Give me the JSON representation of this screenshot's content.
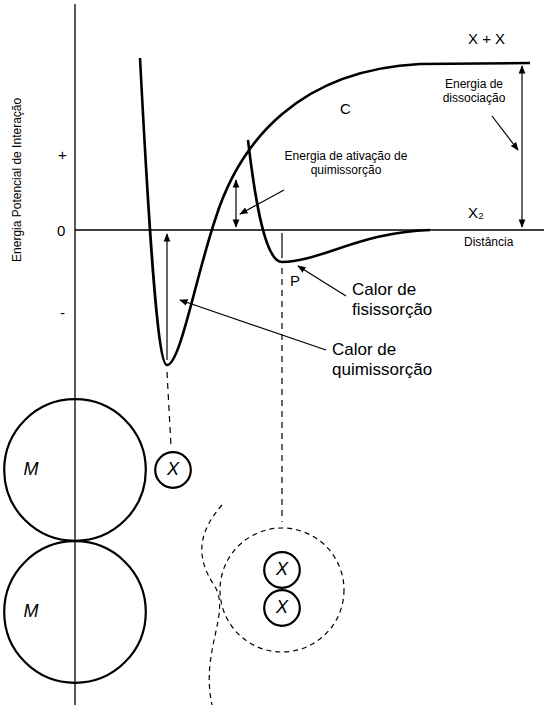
{
  "diagram": {
    "nodes": [
      {
        "text": [
          "M"
        ]
      },
      {
        "text": [
          "M"
        ]
      },
      {
        "text": [
          "X"
        ]
      },
      {
        "text": [
          "X"
        ]
      },
      {
        "text": [
          "X"
        ]
      }
    ],
    "labels": [
      "+",
      "0",
      "-",
      "Energia Potencial de Interação",
      "X + X",
      "Energia de dissociação",
      "C",
      "Energia de ativação de quimissorção",
      "X₂",
      "Distância",
      "P",
      "Calor de fisissorção",
      "Calor de quimissorção"
    ]
  }
}
